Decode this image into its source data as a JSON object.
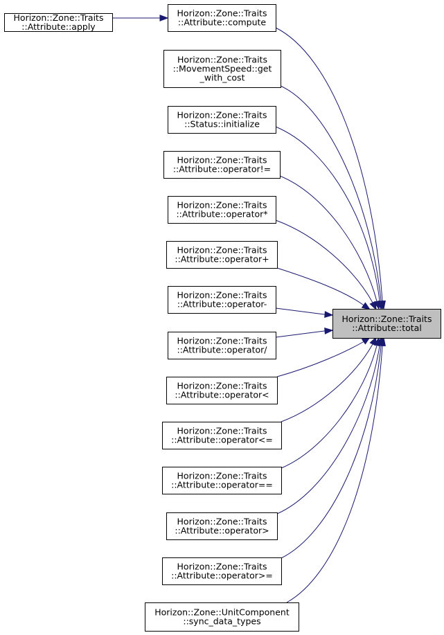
{
  "graph": {
    "edge_color": "#191970",
    "focus_fill": "#bfbfbf",
    "nodes": [
      {
        "id": "apply",
        "lines": [
          "Horizon::Zone::Traits",
          "::Attribute::apply"
        ]
      },
      {
        "id": "compute",
        "lines": [
          "Horizon::Zone::Traits",
          "::Attribute::compute"
        ]
      },
      {
        "id": "get_with_cost",
        "lines": [
          "Horizon::Zone::Traits",
          "::MovementSpeed::get",
          "_with_cost"
        ]
      },
      {
        "id": "initialize",
        "lines": [
          "Horizon::Zone::Traits",
          "::Status::initialize"
        ]
      },
      {
        "id": "op_neq",
        "lines": [
          "Horizon::Zone::Traits",
          "::Attribute::operator!="
        ]
      },
      {
        "id": "op_mul",
        "lines": [
          "Horizon::Zone::Traits",
          "::Attribute::operator*"
        ]
      },
      {
        "id": "op_add",
        "lines": [
          "Horizon::Zone::Traits",
          "::Attribute::operator+"
        ]
      },
      {
        "id": "op_sub",
        "lines": [
          "Horizon::Zone::Traits",
          "::Attribute::operator-"
        ]
      },
      {
        "id": "op_div",
        "lines": [
          "Horizon::Zone::Traits",
          "::Attribute::operator/"
        ]
      },
      {
        "id": "op_lt",
        "lines": [
          "Horizon::Zone::Traits",
          "::Attribute::operator<"
        ]
      },
      {
        "id": "op_le",
        "lines": [
          "Horizon::Zone::Traits",
          "::Attribute::operator<="
        ]
      },
      {
        "id": "op_eq",
        "lines": [
          "Horizon::Zone::Traits",
          "::Attribute::operator=="
        ]
      },
      {
        "id": "op_gt",
        "lines": [
          "Horizon::Zone::Traits",
          "::Attribute::operator>"
        ]
      },
      {
        "id": "op_ge",
        "lines": [
          "Horizon::Zone::Traits",
          "::Attribute::operator>="
        ]
      },
      {
        "id": "sync_data_types",
        "lines": [
          "Horizon::Zone::UnitComponent",
          "::sync_data_types"
        ]
      },
      {
        "id": "total",
        "lines": [
          "Horizon::Zone::Traits",
          "::Attribute::total"
        ],
        "focus": true
      }
    ],
    "edges": [
      {
        "from": "apply",
        "to": "compute"
      },
      {
        "from": "compute",
        "to": "total"
      },
      {
        "from": "get_with_cost",
        "to": "total"
      },
      {
        "from": "initialize",
        "to": "total"
      },
      {
        "from": "op_neq",
        "to": "total"
      },
      {
        "from": "op_mul",
        "to": "total"
      },
      {
        "from": "op_add",
        "to": "total"
      },
      {
        "from": "op_sub",
        "to": "total"
      },
      {
        "from": "op_div",
        "to": "total"
      },
      {
        "from": "op_lt",
        "to": "total"
      },
      {
        "from": "op_le",
        "to": "total"
      },
      {
        "from": "op_eq",
        "to": "total"
      },
      {
        "from": "op_gt",
        "to": "total"
      },
      {
        "from": "op_ge",
        "to": "total"
      },
      {
        "from": "sync_data_types",
        "to": "total"
      }
    ]
  }
}
